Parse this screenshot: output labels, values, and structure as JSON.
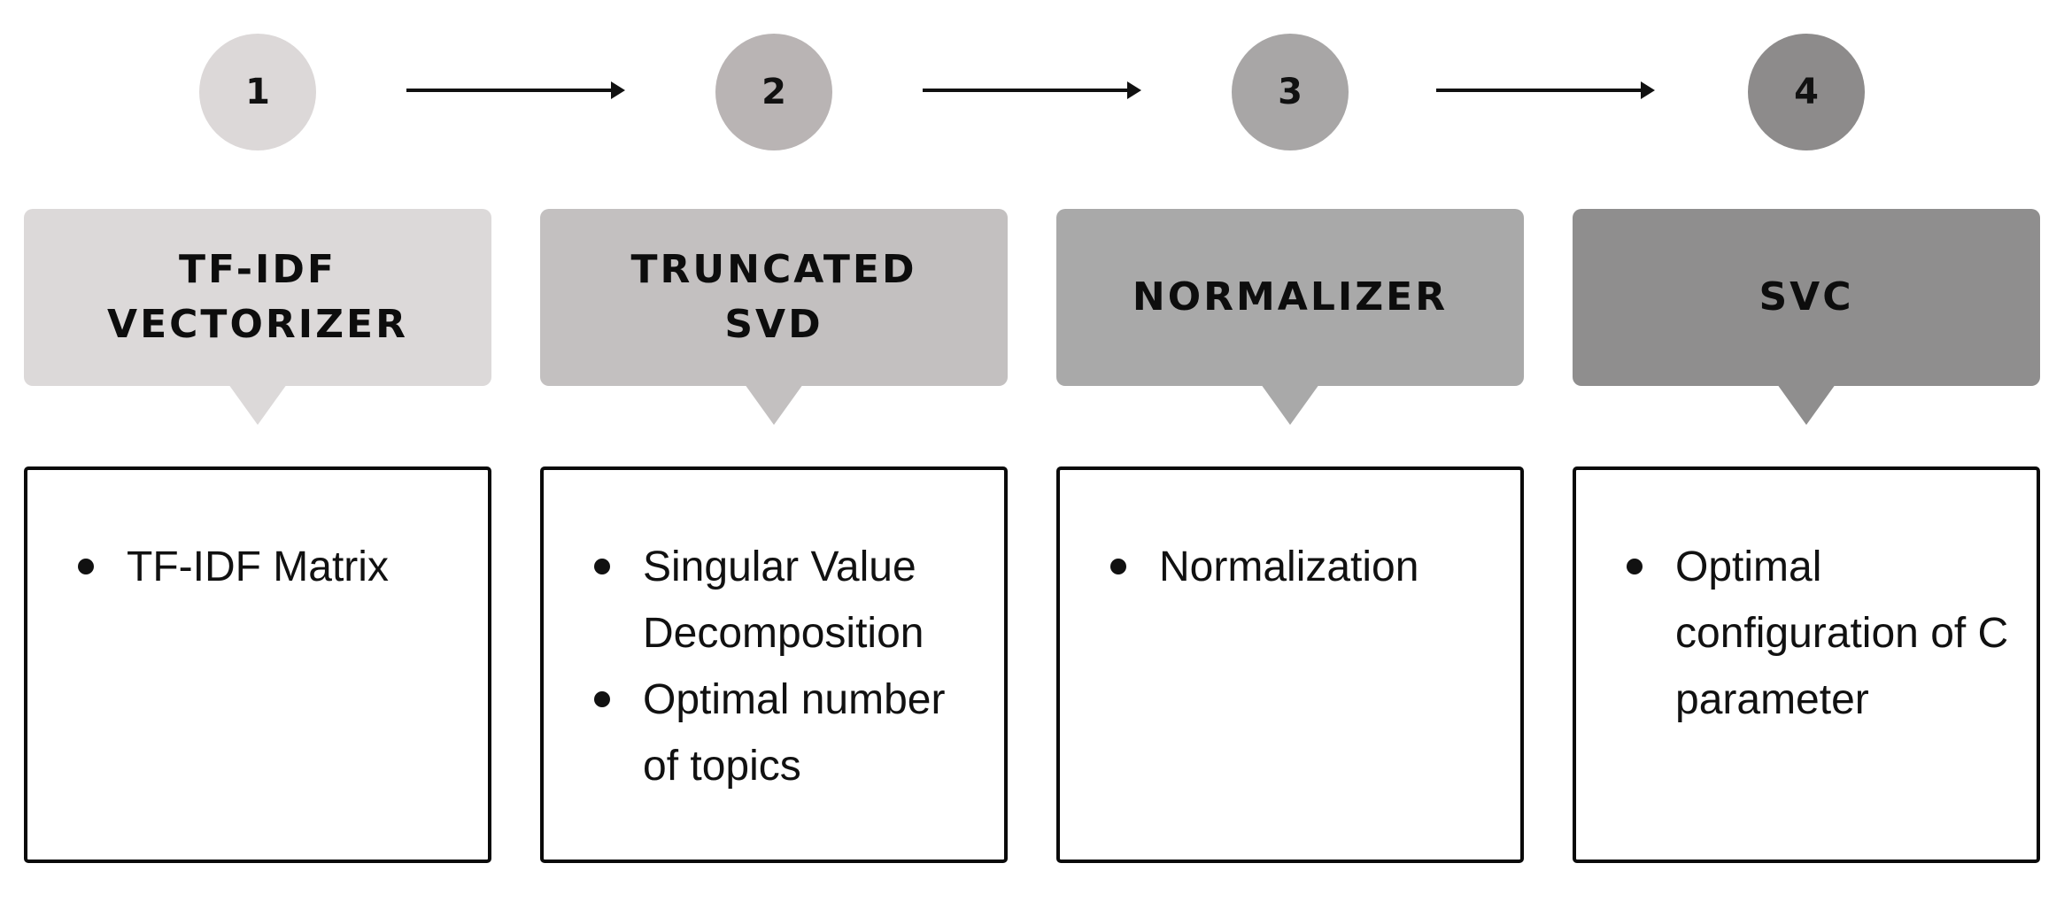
{
  "stages": [
    {
      "step": "1",
      "title": "TF-IDF\nVECTORIZER",
      "bullets": [
        "TF-IDF Matrix"
      ],
      "circle_color": "#dcd8d8",
      "header_color": "#dcd9d9"
    },
    {
      "step": "2",
      "title": "TRUNCATED\nSVD",
      "bullets": [
        "Singular Value Decomposition",
        "Optimal number of topics"
      ],
      "circle_color": "#b9b4b4",
      "header_color": "#c3c0c0"
    },
    {
      "step": "3",
      "title": "NORMALIZER",
      "bullets": [
        "Normalization"
      ],
      "circle_color": "#a8a6a6",
      "header_color": "#a9a9a9"
    },
    {
      "step": "4",
      "title": "SVC",
      "bullets": [
        "Optimal configuration of C parameter"
      ],
      "circle_color": "#8d8b8b",
      "header_color": "#8f8e8e"
    }
  ]
}
